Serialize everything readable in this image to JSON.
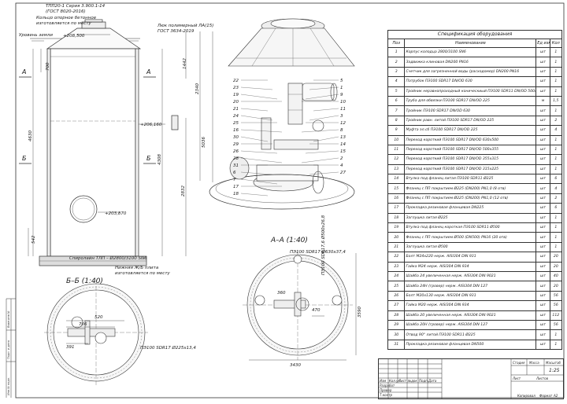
{
  "drawing": {
    "labels": {
      "tpp": "ТПП20-1 Серия 3.900.1-14",
      "tpp2": "(ГОСТ 8020-2016)",
      "ring": "Кольцо опорное бетонное",
      "ring2": "изготовляется по месту",
      "ground": "Уровень земли",
      "ground_val": "+208,500",
      "hatch": "Люк полимерный ЛА(15)",
      "hatch2": "ГОСТ 3634-2019",
      "spiral": "Спиролайн ТЛП – Ø2800/3100 SN6",
      "bottom_plate": "Нижняя Ж/Б плита",
      "bottom_plate2": "изготовляется по месту",
      "pipe_bb": "ПЭ100 SDR17 Ø225х13,4",
      "pipe_aa1": "ПЭ100 SDR17 Ø630х37,4",
      "pipe_aa2": "ПЭ100 SDR17,6 Ø500х26,8",
      "lvl1": "+206,160",
      "lvl2": "+203,870",
      "section_aa": "А–А (1:40)",
      "section_bb": "Б–Б (1:40)",
      "sec_a": "А",
      "sec_b": "Б",
      "d700": "700",
      "d1442": "1442",
      "d2340": "2340",
      "d4630": "4630",
      "d4308": "4308",
      "d5036": "5036",
      "d2832": "2832",
      "d542": "542",
      "d3590": "3590",
      "d3430": "3430",
      "d520": "520",
      "d706": "706",
      "d391": "391",
      "d470": "470",
      "d360": "360"
    },
    "callouts_left": [
      "22",
      "23",
      "19",
      "20",
      "21",
      "24",
      "25",
      "16",
      "30",
      "29",
      "26",
      "28",
      "31",
      "6",
      "7",
      "17",
      "18"
    ],
    "callouts_right": [
      "5",
      "1",
      "9",
      "10",
      "11",
      "3",
      "12",
      "8",
      "13",
      "14",
      "15",
      "2",
      "4",
      "27"
    ]
  },
  "spec": {
    "title": "Спецификация оборудования",
    "headers": {
      "pos": "Поз",
      "name": "Наименование",
      "unit": "Ед изм",
      "qty": "Кол"
    },
    "rows": [
      {
        "pos": "1",
        "name": "Корпус колодца 2800/3100 SN6",
        "unit": "шт",
        "qty": "1"
      },
      {
        "pos": "2",
        "name": "Задвижка клиновая DN200 PN16",
        "unit": "шт",
        "qty": "1"
      },
      {
        "pos": "3",
        "name": "Счетчик для загрязненной воды (расходомер) DN200 PN16",
        "unit": "шт",
        "qty": "1"
      },
      {
        "pos": "4",
        "name": "Патрубок ПЭ100 SDR17 DN/OD 630",
        "unit": "шт",
        "qty": "1"
      },
      {
        "pos": "5",
        "name": "Тройник неравнопроходный коническиый ПЭ100 SDR11 DN/OD 500/225",
        "unit": "шт",
        "qty": "1"
      },
      {
        "pos": "6",
        "name": "Труба для обвязки ПЭ100 SDR17 DN/OD 225",
        "unit": "м",
        "qty": "1,5"
      },
      {
        "pos": "7",
        "name": "Тройник ПЭ100 SDR17 DN/OD 630",
        "unit": "шт",
        "qty": "1"
      },
      {
        "pos": "8",
        "name": "Тройник равн. литой ПЭ100 SDR17 DN/OD 225",
        "unit": "шт",
        "qty": "2"
      },
      {
        "pos": "9",
        "name": "Муфта эл.сб ПЭ100 SDR17 DN/OD 225",
        "unit": "шт",
        "qty": "4"
      },
      {
        "pos": "10",
        "name": "Переход короткий ПЭ100 SDR17 DN/OD 630х500",
        "unit": "шт",
        "qty": "1"
      },
      {
        "pos": "11",
        "name": "Переход короткий ПЭ100 SDR17 DN/OD 500х355",
        "unit": "шт",
        "qty": "1"
      },
      {
        "pos": "12",
        "name": "Переход короткий ПЭ100 SDR17 DN/OD 355х315",
        "unit": "шт",
        "qty": "1"
      },
      {
        "pos": "13",
        "name": "Переход короткий ПЭ100 SDR17 DN/OD 315х225",
        "unit": "шт",
        "qty": "1"
      },
      {
        "pos": "14",
        "name": "Втулка под фланец литая ПЭ100 SDR11 Ø225",
        "unit": "шт",
        "qty": "6"
      },
      {
        "pos": "15",
        "name": "Фланец с ПП покрытием Ø225 (DN200) PN1,0 (8 отв)",
        "unit": "шт",
        "qty": "4"
      },
      {
        "pos": "16",
        "name": "Фланец с ПП покрытием Ø225 (DN200) PN1,0 (12 отв)",
        "unit": "шт",
        "qty": "2"
      },
      {
        "pos": "17",
        "name": "Прокладка резиновая фланцевая DN225",
        "unit": "шт",
        "qty": "6"
      },
      {
        "pos": "18",
        "name": "Заглушка литая Ø225",
        "unit": "шт",
        "qty": "1"
      },
      {
        "pos": "19",
        "name": "Втулка под фланец короткая ПЭ100 SDR11 Ø500",
        "unit": "шт",
        "qty": "1"
      },
      {
        "pos": "20",
        "name": "Фланец с ПП покрытием Ø500 (DN500) PN16 (20 отв)",
        "unit": "шт",
        "qty": "1"
      },
      {
        "pos": "21",
        "name": "Заглушка литая Ø500",
        "unit": "шт",
        "qty": "1"
      },
      {
        "pos": "22",
        "name": "Болт М24х220 нерж. AISI304 DIN 931",
        "unit": "шт",
        "qty": "20"
      },
      {
        "pos": "23",
        "name": "Гайка М24 нерж. AISI304 DIN 934",
        "unit": "шт",
        "qty": "20"
      },
      {
        "pos": "24",
        "name": "Шайба 24 увеличенная нерж. AISI304 DIN 9021",
        "unit": "шт",
        "qty": "40"
      },
      {
        "pos": "25",
        "name": "Шайба 24Н (гровер) нерж. AISI304 DIN 127",
        "unit": "шт",
        "qty": "20"
      },
      {
        "pos": "26",
        "name": "Болт М20х130 нерж. AISI304 DIN 931",
        "unit": "шт",
        "qty": "56"
      },
      {
        "pos": "27",
        "name": "Гайка М20 нерж. AISI304 DIN 934",
        "unit": "шт",
        "qty": "56"
      },
      {
        "pos": "28",
        "name": "Шайба 20 увеличенная нерж. AISI304 DIN 9021",
        "unit": "шт",
        "qty": "112"
      },
      {
        "pos": "29",
        "name": "Шайба 20Н (гровер) нерж. AISI304 DIN 127",
        "unit": "шт",
        "qty": "56"
      },
      {
        "pos": "30",
        "name": "Отвод 90° литой ПЭ100 SDR11 Ø225",
        "unit": "шт",
        "qty": "1"
      },
      {
        "pos": "31",
        "name": "Прокладка резиновая фланцевая DN500",
        "unit": "шт",
        "qty": "1"
      }
    ]
  },
  "stamp": {
    "izm": "Изм",
    "kol": "Кол.уч",
    "list": "Лист",
    "ndok": "№док",
    "podp": "Подп.",
    "data": "Дата",
    "razrab": "Разработ",
    "prover": "Провер",
    "tkontr": "Т.контр",
    "nkontr": "Н.контр",
    "utv": "Утв",
    "stadia": "Стадия",
    "massa": "Масса",
    "masshtab": "Масштаб",
    "scale_val": "1:25",
    "sheet": "Лист",
    "sheets": "Листов",
    "copied": "Копировал",
    "format": "Формат",
    "format_val": "А2"
  },
  "side": {
    "inv": "Инв.№ подл.",
    "podp": "Подп. и дата",
    "vzam": "Взам.инв.№"
  }
}
